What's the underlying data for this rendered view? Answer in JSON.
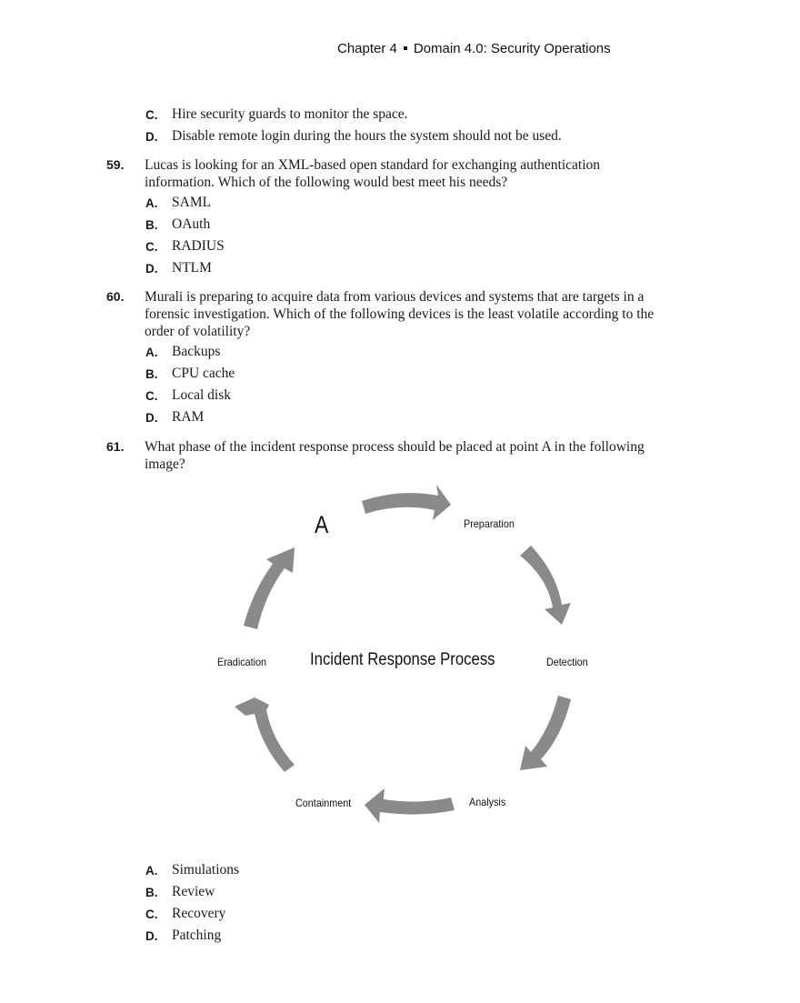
{
  "running_head": {
    "chapter": "Chapter 4",
    "domain": "Domain 4.0: Security Operations"
  },
  "prev_question_options": [
    {
      "letter": "C.",
      "text": "Hire security guards to monitor the space."
    },
    {
      "letter": "D.",
      "text": "Disable remote login during the hours the system should not be used."
    }
  ],
  "questions": [
    {
      "number": "59.",
      "stem": "Lucas is looking for an XML-based open standard for exchanging authentication information. Which of the following would best meet his needs?",
      "options": [
        {
          "letter": "A.",
          "text": "SAML"
        },
        {
          "letter": "B.",
          "text": "OAuth"
        },
        {
          "letter": "C.",
          "text": "RADIUS"
        },
        {
          "letter": "D.",
          "text": "NTLM"
        }
      ]
    },
    {
      "number": "60.",
      "stem": "Murali is preparing to acquire data from various devices and systems that are targets in a forensic investigation. Which of the following devices is the least volatile according to the order of volatility?",
      "options": [
        {
          "letter": "A.",
          "text": "Backups"
        },
        {
          "letter": "B.",
          "text": "CPU cache"
        },
        {
          "letter": "C.",
          "text": "Local disk"
        },
        {
          "letter": "D.",
          "text": "RAM"
        }
      ]
    },
    {
      "number": "61.",
      "stem": "What phase of the incident response process should be placed at point A in the following image?",
      "options": [
        {
          "letter": "A.",
          "text": "Simulations"
        },
        {
          "letter": "B.",
          "text": "Review"
        },
        {
          "letter": "C.",
          "text": "Recovery"
        },
        {
          "letter": "D.",
          "text": "Patching"
        }
      ]
    }
  ],
  "diagram": {
    "title": "Incident Response Process",
    "placeholder": "A",
    "phases": [
      "Preparation",
      "Detection",
      "Analysis",
      "Containment",
      "Eradication"
    ],
    "arrow_color": "#8a8a8a"
  }
}
